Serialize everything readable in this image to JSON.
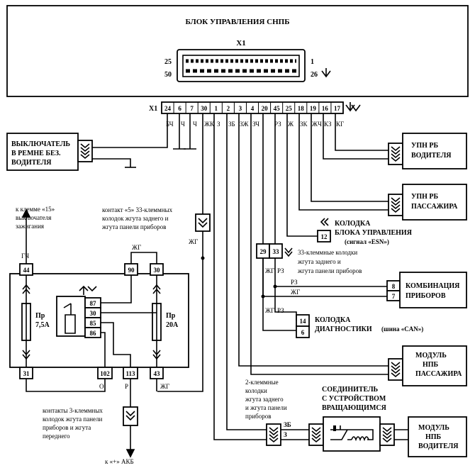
{
  "control_unit": {
    "title": "БЛОК УПРАВЛЕНИЯ СНПБ",
    "connector": "X1",
    "pin_25": "25",
    "pin_50": "50",
    "pin_1": "1",
    "pin_26": "26"
  },
  "connector_row": {
    "label": "X1",
    "pins": [
      "24",
      "6",
      "7",
      "30",
      "1",
      "2",
      "3",
      "4",
      "20",
      "45",
      "25",
      "18",
      "19",
      "16",
      "17"
    ],
    "wire_colors": [
      "БЧ",
      "Ч",
      "Ч",
      "ЖК",
      "З",
      "ЗБ",
      "ЗЖ",
      "ЗЧ",
      "РЗ",
      "Ж",
      "ЗК",
      "ЖЧ",
      "КЗ",
      "КГ"
    ]
  },
  "seatbelt_switch": {
    "line1": "ВЫКЛЮЧАТЕЛЬ",
    "line2": "В РЕМНЕ БЕЗ.",
    "line3": "ВОДИТЕЛЯ"
  },
  "right_blocks": {
    "driver_pretensioner": {
      "line1": "УПН РБ",
      "line2": "ВОДИТЕЛЯ"
    },
    "passenger_pretensioner": {
      "line1": "УПН РБ",
      "line2": "ПАССАЖИРА"
    },
    "esn": {
      "pin": "12",
      "line1": "КОЛОДКА",
      "line2": "БЛОКА УПРАВЛЕНИЯ",
      "line3": "(сигнал «ESN»)"
    },
    "conn33": {
      "pin29": "29",
      "pin33": "33",
      "line1": "33-клеммные колодки",
      "line2": "жгута заднего и",
      "line3": "жгута панели приборов"
    },
    "cluster": {
      "pin8": "8",
      "pin7": "7",
      "line1": "КОМБИНАЦИЯ",
      "line2": "ПРИБОРОВ"
    },
    "diag": {
      "pin14": "14",
      "pin6": "6",
      "line1": "КОЛОДКА",
      "line2": "ДИАГНОСТИКИ",
      "line3": "(шина «CAN»)"
    },
    "passenger_module": {
      "line1": "МОДУЛЬ",
      "line2": "НПБ",
      "line3": "ПАССАЖИРА"
    },
    "driver_module": {
      "line1": "МОДУЛЬ",
      "line2": "НПБ",
      "line3": "ВОДИТЕЛЯ"
    }
  },
  "wire_labels": {
    "rz": "РЗ",
    "zhg": "ЖГ",
    "zb": "ЗБ",
    "z": "З",
    "gch": "ГЧ",
    "o": "О",
    "r": "Р"
  },
  "fuse_block": {
    "pins": {
      "p44": "44",
      "p90": "90",
      "p30": "30",
      "p31": "31",
      "p102": "102",
      "p113": "113",
      "p43": "43"
    },
    "relay_pins": [
      "87",
      "30",
      "85",
      "86"
    ],
    "fuse1": {
      "name": "Пр",
      "rating": "7,5А"
    },
    "fuse2": {
      "name": "Пр",
      "rating": "20А"
    }
  },
  "notes": {
    "klemma15": {
      "line1": "к клемме «15»",
      "line2": "выключателя",
      "line3": "зажигания"
    },
    "contact5": {
      "line1": "контакт «5» 33-клеммных",
      "line2": "колодок жгута заднего и",
      "line3": "жгута панели приборов"
    },
    "contacts3": {
      "line1": "контакты 3-клеммных",
      "line2": "колодок жгута панели",
      "line3": "приборов и жгута",
      "line4": "переднего"
    },
    "akb": "к «+» АКБ",
    "two_pin": {
      "line1": "2-клеммные",
      "line2": "колодки",
      "line3": "жгута заднего",
      "line4": "и жгута панели",
      "line5": "приборов"
    },
    "clockspring": {
      "line1": "СОЕДИНИТЕЛЬ",
      "line2": "С УСТРОЙСТВОМ",
      "line3": "ВРАЩАЮЩИМСЯ"
    }
  }
}
